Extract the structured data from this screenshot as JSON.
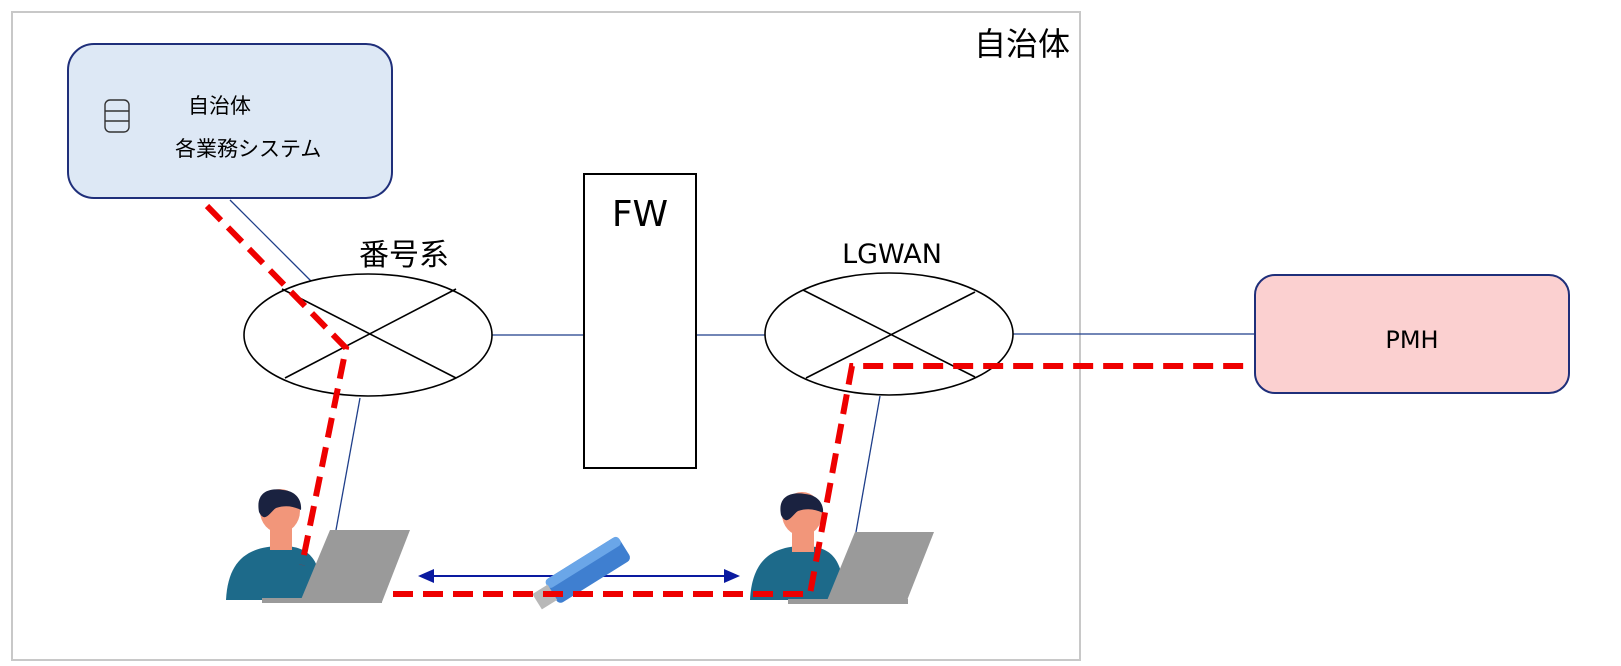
{
  "municipality_label": "自治体",
  "system_box": {
    "line1": "自治体",
    "line2": "各業務システム",
    "icon": "database-icon"
  },
  "networks": {
    "left": "番号系",
    "right": "LGWAN"
  },
  "firewall_label": "FW",
  "external_box_label": "PMH",
  "icons": {
    "user_left": "person-icon",
    "laptop_left": "laptop-icon",
    "user_right": "person-icon",
    "laptop_right": "laptop-icon",
    "usb": "usb-drive-icon",
    "transfer": "double-arrow-icon"
  },
  "colors": {
    "system_box_fill": "#dde8f5",
    "system_box_stroke": "#1f2f7a",
    "pmh_fill": "#fbd0d0",
    "pmh_stroke": "#1f2f7a",
    "data_path": "#ee0000",
    "link_line": "#1f3f8a",
    "arrow": "#0a1aa0",
    "person_shirt": "#1d6a8a",
    "person_skin": "#f2967a",
    "person_hair": "#1a2240",
    "laptop": "#9a9a9a",
    "usb": "#3f7fd0",
    "frame_stroke": "#c8c8c8"
  }
}
